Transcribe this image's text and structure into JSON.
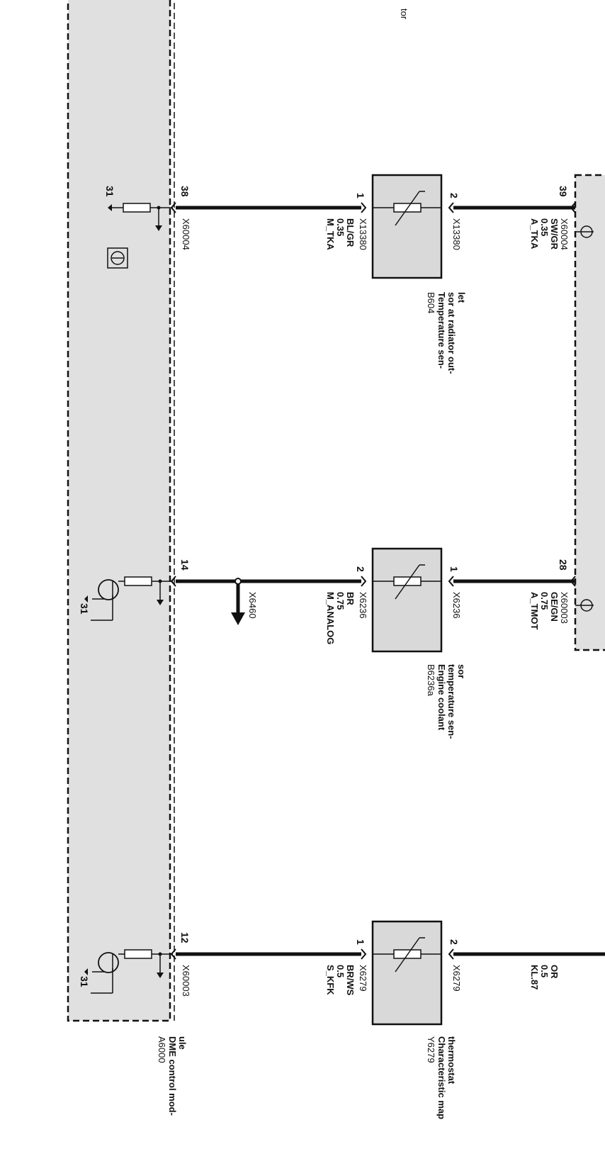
{
  "truncated_label": "tor",
  "dme_module": {
    "id": "A6000",
    "name_lines": [
      "DME control mod-",
      "ule"
    ]
  },
  "components": [
    {
      "id": "B604",
      "name_lines": [
        "Temperature sen-",
        "sor at radiator out-",
        "let"
      ],
      "pin_top": "2",
      "pin_bottom": "1",
      "conn_top": "X13380",
      "conn_bottom": "X13380"
    },
    {
      "id": "B6236a",
      "name_lines": [
        "Engine coolant",
        "temperature sen-",
        "sor"
      ],
      "pin_top": "1",
      "pin_bottom": "2",
      "conn_top": "X6236",
      "conn_bottom": "X6236"
    },
    {
      "id": "Y6279",
      "name_lines": [
        "Characteristic map",
        "thermostat"
      ],
      "pin_top": "2",
      "pin_bottom": "1",
      "conn_top": "X6279",
      "conn_bottom": "X6279"
    }
  ],
  "upper_wires": [
    {
      "signal": "A_TKA",
      "size": "0.35",
      "color": "SW/GR",
      "pin": "39",
      "connector": "X60004"
    },
    {
      "signal": "A_TMOT",
      "size": "0.75",
      "color": "GE/GN",
      "pin": "28",
      "connector": "X60003"
    },
    {
      "signal": "KL.87",
      "size": "0.5",
      "color": "OR"
    }
  ],
  "lower_wires": [
    {
      "signal": "M_TKA",
      "size": "0.35",
      "color": "BL/GR",
      "pin": "38",
      "connector": "X60004"
    },
    {
      "signal": "M_ANALOG",
      "size": "0.75",
      "color": "BR",
      "pin": "14",
      "connector": "X6460"
    },
    {
      "signal": "S_KFK",
      "size": "0.5",
      "color": "BR/WS",
      "pin": "12",
      "connector": "X60003"
    }
  ],
  "ground_labels": [
    "31",
    "31",
    "31"
  ]
}
